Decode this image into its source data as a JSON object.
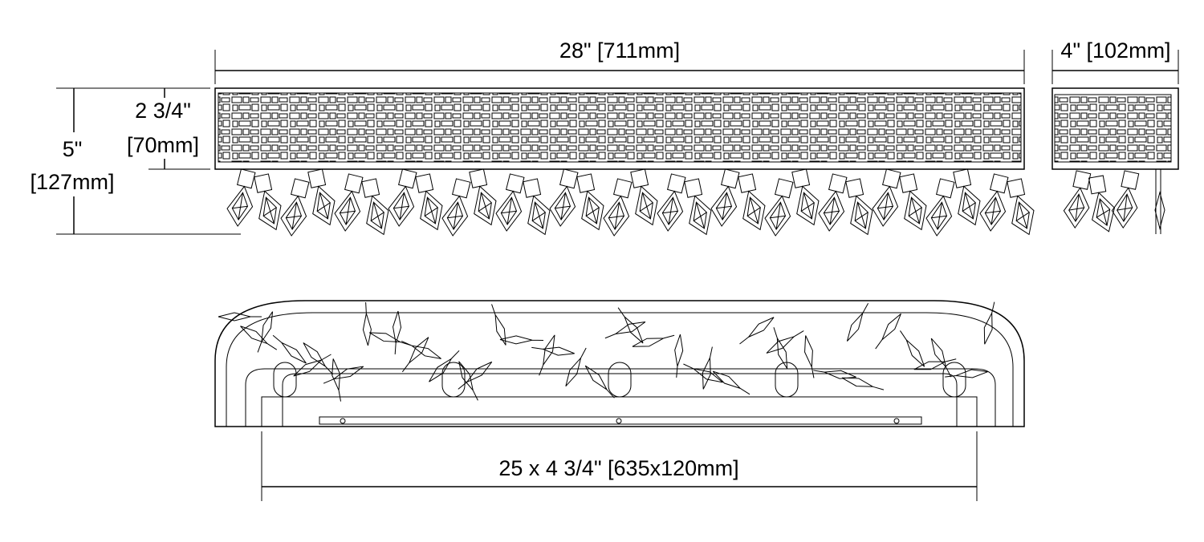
{
  "dimensions": {
    "width_front": "28\" [711mm]",
    "depth_side": "4\" [102mm]",
    "band_height_in": "2 3/4\"",
    "band_height_mm": "[70mm]",
    "total_height_in": "5\"",
    "total_height_mm": "[127mm]",
    "backplate": "25 x 4 3/4\" [635x120mm]"
  }
}
